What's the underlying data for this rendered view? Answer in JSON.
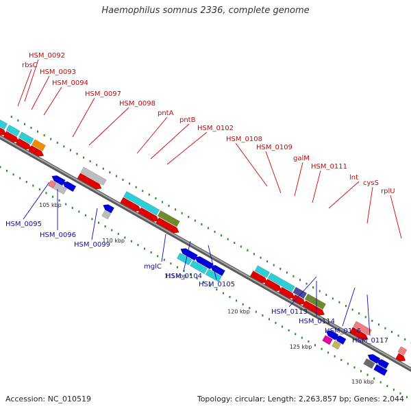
{
  "title": "Haemophilus somnus 2336, complete genome",
  "footer": {
    "accession": "Accession: NC_010519",
    "summary": "Topology: circular; Length: 2,263,857 bp; Genes: 2,044"
  },
  "colors": {
    "backbone": "#7f7f7f",
    "label_top": "#d40000",
    "label_bottom": "#0a0ab4",
    "red": "#e00000",
    "cyan": "#2ccfd8",
    "orange": "#f28c00",
    "grey": "#bdbdbd",
    "olive": "#6f8a2a",
    "purple": "#4a4aa0",
    "pink": "#f08080",
    "blue": "#0000dd",
    "magenta": "#e000a0",
    "khaki": "#c8b45a",
    "darkgrey": "#6a6a6a"
  },
  "scale_labels": [
    "105 kbp",
    "110 kbp",
    "115 kbp",
    "120 kbp",
    "125 kbp",
    "130 kbp"
  ],
  "top_labels": [
    "HSM_0092",
    "rbsC",
    "HSM_0093",
    "HSM_0094",
    "HSM_0097",
    "HSM_0098",
    "pntA",
    "pntB",
    "HSM_0102",
    "HSM_0108",
    "HSM_0109",
    "galM",
    "HSM_0111",
    "lnt",
    "cysS",
    "rplU"
  ],
  "bottom_labels": [
    "HSM_0095",
    "HSM_0096",
    "HSM_0099",
    "mglC",
    "HSM_0104",
    "HSM_0105",
    "HSM_0113",
    "HSM_0114",
    "HSM_0116",
    "HSM_0117"
  ]
}
